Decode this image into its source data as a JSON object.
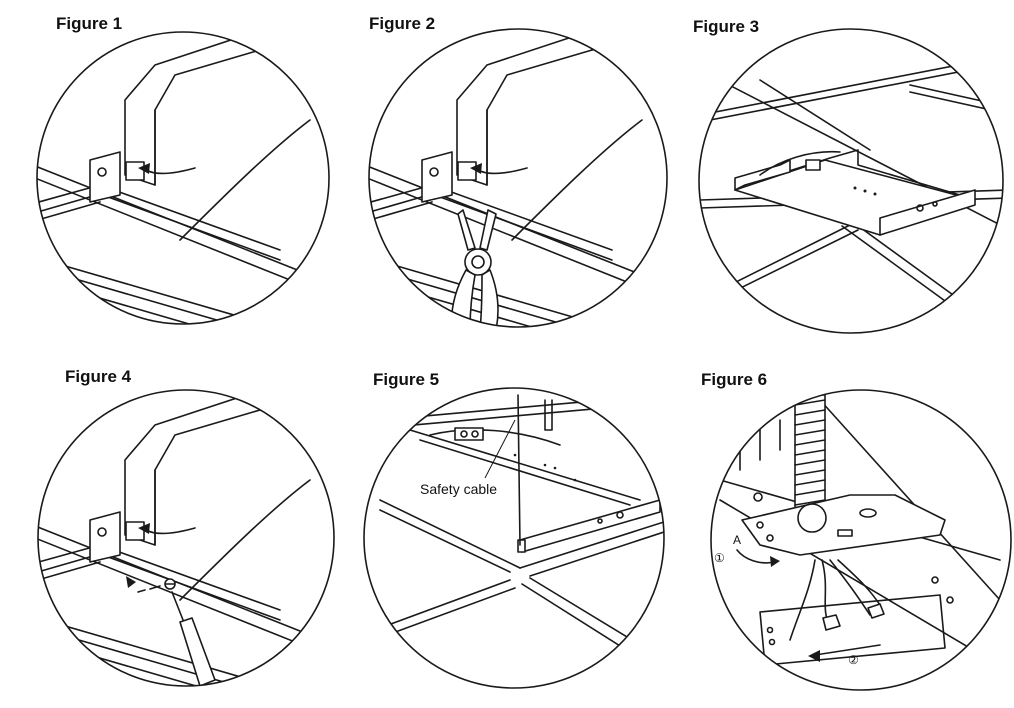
{
  "figures": [
    {
      "label": "Figure 1"
    },
    {
      "label": "Figure 2"
    },
    {
      "label": "Figure 3"
    },
    {
      "label": "Figure 4"
    },
    {
      "label": "Figure 5",
      "callout": "Safety cable"
    },
    {
      "label": "Figure 6",
      "marks": [
        "①",
        "②",
        "A"
      ]
    }
  ]
}
